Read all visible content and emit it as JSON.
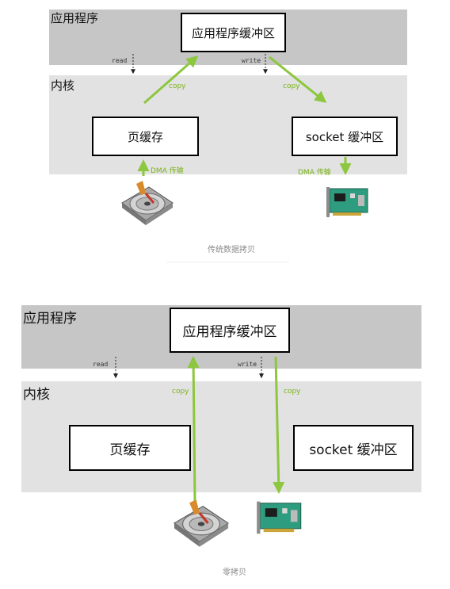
{
  "diagram1": {
    "app_label": "应用程序",
    "app_buffer": "应用程序缓冲区",
    "kernel_label": "内核",
    "page_cache": "页缓存",
    "socket_buffer": "socket 缓冲区",
    "read": "read",
    "write": "write",
    "copy_left": "copy",
    "copy_right": "copy",
    "dma_left": "DMA 传输",
    "dma_right": "DMA 传输",
    "caption": "传统数据拷贝"
  },
  "diagram2": {
    "app_label": "应用程序",
    "app_buffer": "应用程序缓冲区",
    "kernel_label": "内核",
    "page_cache": "页缓存",
    "socket_buffer": "socket 缓冲区",
    "read": "read",
    "write": "write",
    "copy_left": "copy",
    "copy_right": "copy",
    "caption": "零拷贝"
  },
  "colors": {
    "app_band": "#c6c6c6",
    "kernel_band": "#e2e2e2",
    "arrow_green": "#8dc63f",
    "label_green": "#7ab317"
  },
  "icons": [
    "hard-disk-icon",
    "network-card-icon"
  ]
}
